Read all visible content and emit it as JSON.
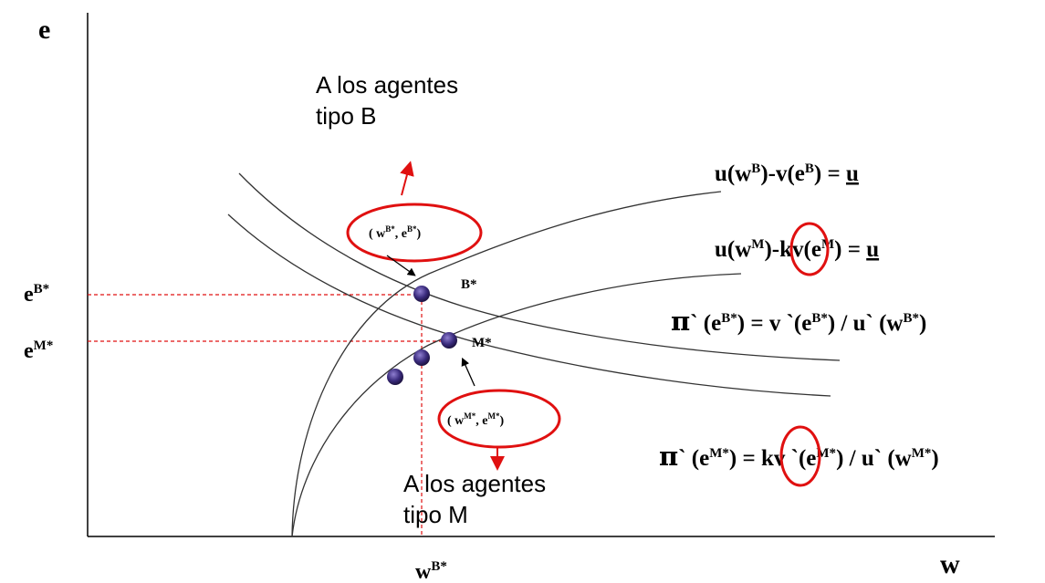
{
  "axes": {
    "y_label": "e",
    "x_label": "w",
    "y_tick_B": {
      "base": "e",
      "sup": "B*"
    },
    "y_tick_M": {
      "base": "e",
      "sup": "M*"
    },
    "x_tick_B": {
      "base": "w",
      "sup": "B*"
    }
  },
  "points": {
    "B": "B*",
    "M": "M*"
  },
  "ovals": {
    "top": {
      "open": "( w",
      "sup1": "B*",
      "mid": ", e",
      "sup2": "B*",
      "close": ")"
    },
    "bottom": {
      "open": "( w",
      "sup1": "M*",
      "mid": ", e",
      "sup2": "M*",
      "close": ")"
    }
  },
  "notes": {
    "top_line1": "A los agentes",
    "top_line2": "tipo B",
    "bottom_line1": "A los agentes",
    "bottom_line2": "tipo M"
  },
  "equations": {
    "eq1": {
      "p1": "u(w",
      "s1": "B",
      "p2": ")-v(e",
      "s2": "B",
      "p3": ") = ",
      "u": "u"
    },
    "eq2": {
      "p1": "u(w",
      "s1": "M",
      "p2": ")-kv(e",
      "s2": "M",
      "p3": ") = ",
      "u": "u"
    },
    "eq3": {
      "pi": "π",
      "p1": "` (e",
      "s1": "B*",
      "p2": ") = v `(e",
      "s2": "B*",
      "p3": ") / u` (w",
      "s3": "B*",
      "p4": ")"
    },
    "eq4": {
      "pi": "π",
      "p1": "` (e",
      "s1": "M*",
      "p2": ") = kv `(e",
      "s2": "M*",
      "p3": ") / u` (w",
      "s3": "M*",
      "p4": ")"
    }
  },
  "colors": {
    "highlight": "#e01010",
    "point_fill": "#3a2a7a",
    "axis": "#000000",
    "curve": "#333333"
  }
}
